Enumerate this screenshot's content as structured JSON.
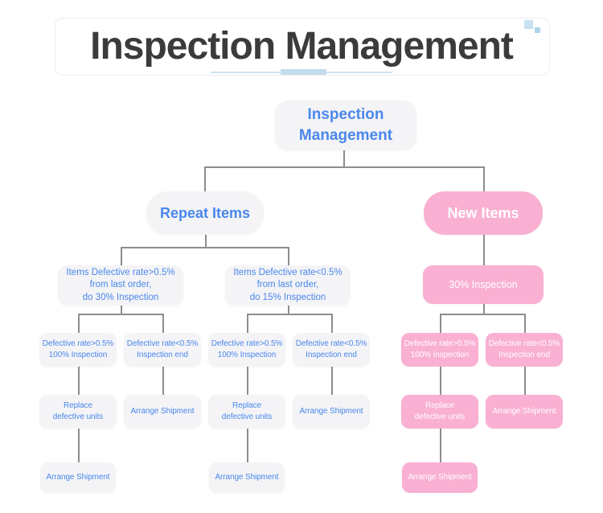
{
  "colors": {
    "blue": "#4a87ec",
    "pink": "#f9b0d2",
    "node_bg": "#f4f4f6",
    "line": "#8d8d8d",
    "title": "#3b3b3b",
    "underline": "#cfe3f0",
    "underline_bold": "#c3dcee",
    "square_light": "#c6e1f1",
    "square_dark": "#aed5ea",
    "card_border": "#ececf1"
  },
  "header": {
    "title": "Inspection Management"
  },
  "tree": {
    "root_label": "Inspection\nManagement",
    "branches": [
      {
        "label": "Repeat Items",
        "theme": "gray"
      },
      {
        "label": "New Items",
        "theme": "pink"
      }
    ],
    "groups": [
      {
        "theme": "gray",
        "condition": "Items Defective rate>0.5%\nfrom last order,\ndo 30% Inspection",
        "case_high": "Defective rate>0.5%\n100% Inspection",
        "case_low": "Defective rate<0.5%\nInspection end",
        "replace": "Replace\ndefective units",
        "arrange_low": "Arrange Shipment",
        "arrange_final": "Arrange Shipment"
      },
      {
        "theme": "gray",
        "condition": "Items Defective rate<0.5%\nfrom last order,\ndo 15% Inspection",
        "case_high": "Defective rate>0.5%\n100% Inspection",
        "case_low": "Defective rate<0.5%\nInspection end",
        "replace": "Replace\ndefective units",
        "arrange_low": "Arrange Shipment",
        "arrange_final": "Arrange Shipment"
      },
      {
        "theme": "pink",
        "condition": "30% Inspection",
        "case_high": "Defective rate>0.5%\n100% Inspection",
        "case_low": "Defective rate<0.5%\nInspection end",
        "replace": "Replace\ndefective units",
        "arrange_low": "Arrange Shipment",
        "arrange_final": "Arrange Shipment"
      }
    ]
  }
}
